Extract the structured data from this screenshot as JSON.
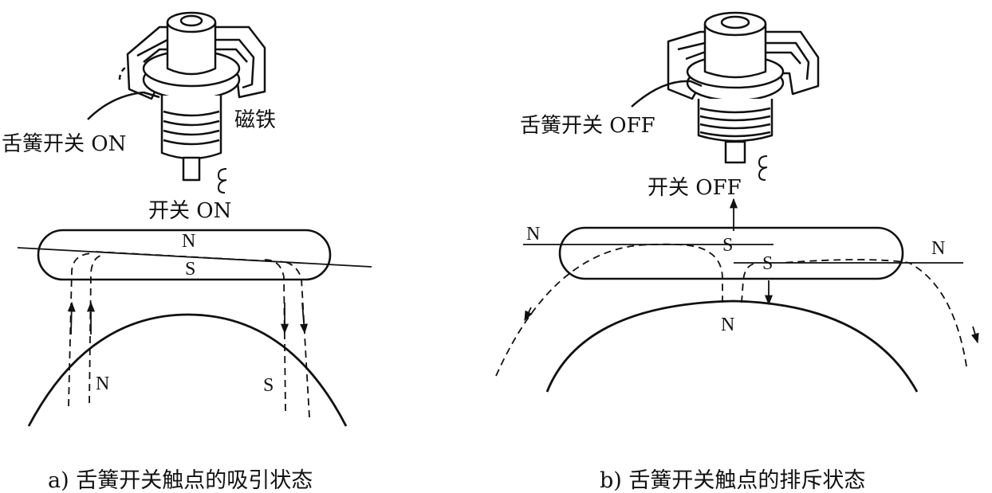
{
  "panel_a": {
    "reed_switch_label": "舌簧开关 ON",
    "magnet_label": "磁铁",
    "switch_label": "开关 ON",
    "pole_top_N": "N",
    "pole_top_S": "S",
    "pole_left": "N",
    "pole_right": "S",
    "caption": "a) 舌簧开关触点的吸引状态"
  },
  "panel_b": {
    "reed_switch_label": "舌簧开关 OFF",
    "switch_label": "开关 OFF",
    "pole_left_N": "N",
    "pole_S_upper": "S",
    "pole_S_lower": "S",
    "pole_right_N": "N",
    "pole_bottom_N": "N",
    "caption": "b) 舌簧开关触点的排斥状态"
  }
}
